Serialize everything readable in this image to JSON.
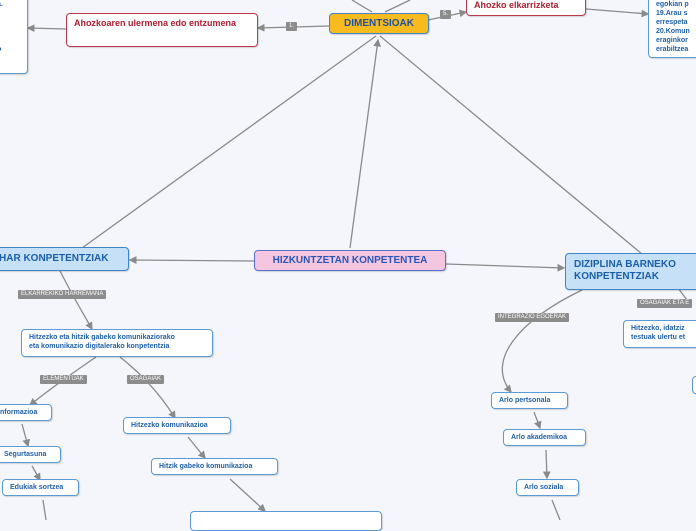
{
  "nodes": {
    "dimentsioak": "DIMENTSIOAK",
    "ahozkoaren_ulermena": "Ahozkoaren ulermena edo entzumena",
    "ahozko_elkarrizketa": "Ahozko elkarrizketa",
    "top_right_lines": [
      "egokian p",
      "19.Arau s",
      "errespeta",
      "20.Komun",
      "eraginkor",
      "erabiltzea"
    ],
    "left_top_lines": [
      "a.",
      "o"
    ],
    "hizkuntzetan": "HIZKUNTZETAN KONPETENTEA",
    "zeharkako": "HAR KONPETENTZIAK",
    "diziplina_line1": "DIZIPLINA BARNEKO",
    "diziplina_line2": "KONPETENTZIAK",
    "hitzezko_eta_line1": "Hitzezko eta hitzik gabeko komunikaziorako",
    "hitzezko_eta_line2": "eta komunikazio digitalerako konpetentzia",
    "informazioa": "nformazioa",
    "segurtasuna": "Segurtasuna",
    "edukiak_sortzea": "Edukiak sortzea",
    "hitzezko_komunikazioa": "Hitzezko komunikazioa",
    "hitzik_gabeko": "Hitzik gabeko komunikazioa",
    "hitzezko_idatziz_line1": "Hitzezko, idatziz",
    "hitzezko_idatziz_line2": "testuak ulertu et",
    "arlo_pertsonala": "Arlo pertsonala",
    "arlo_akademikoa": "Arlo akademikoa",
    "arlo_soziala": "Arlo soziala"
  },
  "tags": {
    "tag_1": "1.",
    "tag_5": "5.",
    "elkarrekiko": "ELKARREKIKO HARREMANA",
    "elementuak": "ELEMENTUAK",
    "osagaiak": "OSAGAIAK",
    "integrazio": "INTEGRAZIO EGOERAK",
    "osagaiak_eta": "OSAGAIAK ETA E"
  },
  "colors": {
    "background": "#f4f6fc",
    "node_border": "#5b9bd5",
    "center_fill": "#f5c6e0",
    "dimentsioak_fill": "#f8bb1e",
    "topic_fill": "#c5e0f7",
    "red_text": "#b01e33",
    "edge": "#8a8a8a"
  }
}
